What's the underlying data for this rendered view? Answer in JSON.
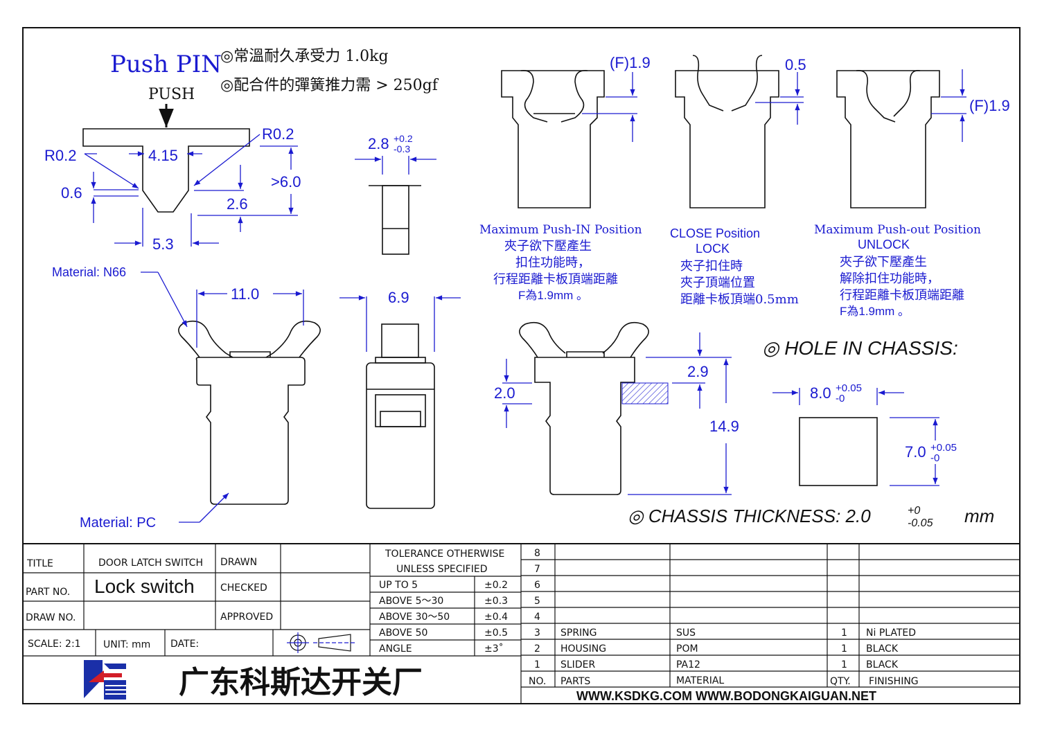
{
  "header": {
    "title": "Push PIN",
    "push_label": "PUSH",
    "note_force": "◎常溫耐久承受力 1.0kg",
    "note_spring": "◎配合件的彈簧推力需 > 250gf"
  },
  "pin_dims": {
    "r_left": "R0.2",
    "r_right": "R0.2",
    "inner_width": "4.15",
    "depth": "0.6",
    "height": ">6.0",
    "step": "2.6",
    "bottom_width": "5.3"
  },
  "side_dims": {
    "width_base": "2.8",
    "tol_plus": "+0.2",
    "tol_minus": "-0.3"
  },
  "views": {
    "material_top": "Material: N66",
    "material_bottom": "Material:  PC",
    "width_front": "11.0",
    "width_side": "6.9"
  },
  "positions": {
    "f_left": "(F)1.9",
    "gap_mid": "0.5",
    "f_right": "(F)1.9",
    "pushin": {
      "title": "Maximum Push-IN Position",
      "line1": "夾子欲下壓產生",
      "line2": "扣住功能時，",
      "line3": "行程距離卡板頂端距離",
      "line4": "F為1.9mm 。"
    },
    "close": {
      "title": "CLOSE Position",
      "sub": "LOCK",
      "line1": "夾子扣住時",
      "line2": "夾子頂端位置",
      "line3": "距離卡板頂端0.5mm"
    },
    "pushout": {
      "title": "Maximum Push-out Position",
      "sub": "UNLOCK",
      "line1": "夾子欲下壓產生",
      "line2": "解除扣住功能時，",
      "line3": "行程距離卡板頂端距離",
      "line4": "F為1.9mm 。"
    }
  },
  "mount": {
    "dim_top": "2.9",
    "dim_left": "2.0",
    "dim_total": "14.9"
  },
  "hole": {
    "title": "◎ HOLE  IN  CHASSIS:",
    "w_base": "8.0",
    "w_plus": "+0.05",
    "w_minus": "-0",
    "h_base": "7.0",
    "h_plus": "+0.05",
    "h_minus": "-0",
    "thickness_label": "◎ CHASSIS  THICKNESS:  2.0",
    "thickness_plus": "+0",
    "thickness_minus": "-0.05",
    "thickness_unit": "mm"
  },
  "title_block": {
    "title_label": "TITLE",
    "title_value": "DOOR LATCH SWITCH",
    "part_label": "PART  NO.",
    "part_value": "Lock switch",
    "draw_label": "DRAW  NO.",
    "draw_value": "",
    "drawn_label": "DRAWN",
    "checked_label": "CHECKED",
    "approved_label": "APPROVED",
    "scale": "SCALE:  2:1",
    "unit": "UNIT:  mm",
    "date": "DATE:",
    "company": "广东科斯达开关厂",
    "web": "WWW.KSDKG.COM    WWW.BODONGKAIGUAN.NET",
    "tolerance_head1": "TOLERANCE  OTHERWISE",
    "tolerance_head2": "UNLESS  SPECIFIED",
    "tolerances": [
      {
        "range": "UP  TO  5",
        "value": "±0.2"
      },
      {
        "range": "ABOVE  5～30",
        "value": "±0.3"
      },
      {
        "range": "ABOVE  30～50",
        "value": "±0.4"
      },
      {
        "range": "ABOVE  50",
        "value": "±0.5"
      },
      {
        "range": "ANGLE",
        "value": "±3˚"
      }
    ],
    "bom_nos": [
      "8",
      "7",
      "6",
      "5",
      "4"
    ],
    "bom": [
      {
        "no": "3",
        "part": "SPRING",
        "material": "SUS",
        "qty": "1",
        "finish": "Ni  PLATED"
      },
      {
        "no": "2",
        "part": "HOUSING",
        "material": "POM",
        "qty": "1",
        "finish": "BLACK"
      },
      {
        "no": "1",
        "part": "SLIDER",
        "material": "PA12",
        "qty": "1",
        "finish": "BLACK"
      }
    ],
    "bom_head": {
      "no": "NO.",
      "part": "PARTS",
      "material": "MATERIAL",
      "qty": "QTY.",
      "finish": "FINISHING"
    }
  }
}
